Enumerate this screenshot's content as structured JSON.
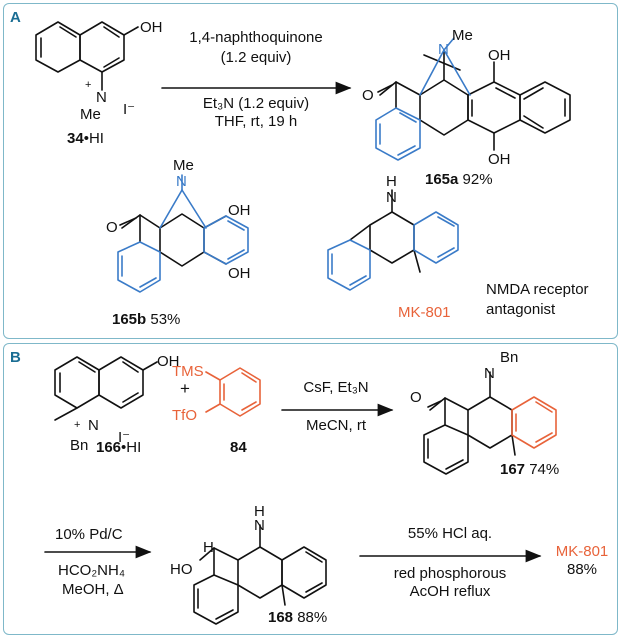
{
  "colors": {
    "panel_border": "#7fb8c9",
    "panel_label": "#1a6d93",
    "highlight_orange": "#e8633a",
    "highlight_blue": "#3a7bc8",
    "bond": "#111111"
  },
  "panel_a": {
    "label": "A",
    "reactant": {
      "oh": "OH",
      "n_plus": "+",
      "n": "N",
      "me": "Me",
      "counterion": "I⁻",
      "compound_id": "34",
      "salt": "•HI"
    },
    "reagents": {
      "line1": "1,4-naphthoquinone",
      "line2": "(1.2 equiv)",
      "line3": "Et₃N (1.2 equiv)",
      "line4": "THF, rt, 19 h"
    },
    "product_165a": {
      "me": "Me",
      "n": "N",
      "o": "O",
      "oh_top": "OH",
      "oh_bottom": "OH",
      "compound_id": "165a",
      "yield": "92%"
    },
    "product_165b": {
      "me": "Me",
      "n": "N",
      "o": "O",
      "oh_top": "OH",
      "oh_bottom": "OH",
      "compound_id": "165b",
      "yield": "53%"
    },
    "mk801": {
      "h": "H",
      "n": "N",
      "name": "MK-801",
      "description_line1": "NMDA receptor",
      "description_line2": "antagonist"
    }
  },
  "panel_b": {
    "label": "B",
    "reactant_166": {
      "oh": "OH",
      "n_plus": "+",
      "n": "N",
      "bn": "Bn",
      "counterion": "I⁻",
      "compound_id": "166",
      "salt": "•HI"
    },
    "plus": "+",
    "reagent_84": {
      "tms": "TMS",
      "tfo": "TfO",
      "compound_id": "84"
    },
    "step1": {
      "line1": "CsF, Et₃N",
      "line2": "MeCN, rt"
    },
    "product_167": {
      "bn": "Bn",
      "n": "N",
      "o": "O",
      "compound_id": "167",
      "yield": "74%"
    },
    "step2": {
      "line1": "10% Pd/C",
      "line2": "HCO₂NH₄",
      "line3": "MeOH, Δ"
    },
    "product_168": {
      "h_top": "H",
      "n": "N",
      "h": "H",
      "ho": "HO",
      "compound_id": "168",
      "yield": "88%"
    },
    "step3": {
      "line1": "55% HCl aq.",
      "line2": "red phosphorous",
      "line3": "AcOH reflux"
    },
    "final": {
      "name": "MK-801",
      "yield": "88%"
    }
  }
}
